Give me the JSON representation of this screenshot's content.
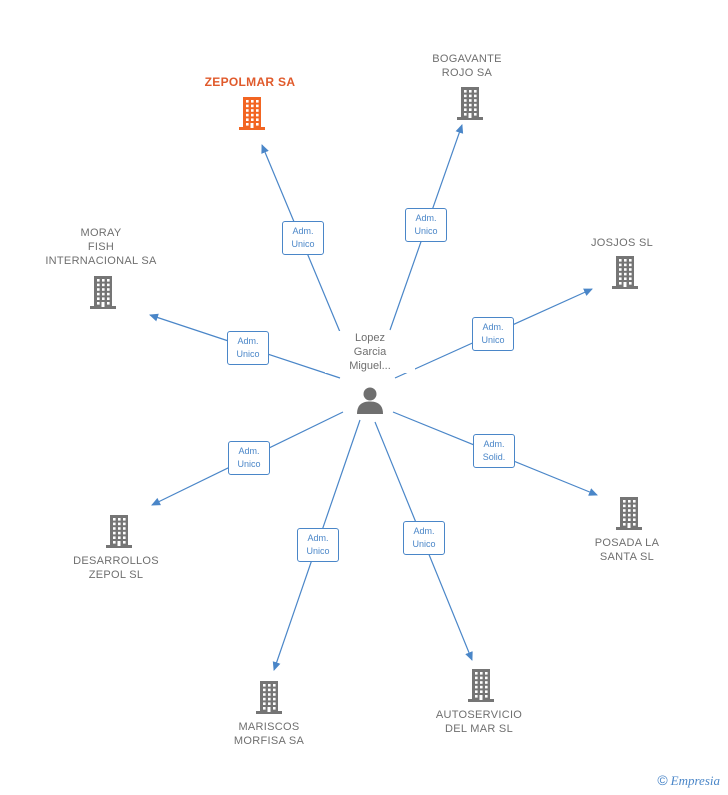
{
  "center": {
    "name": "Lopez\nGarcia\nMiguel...",
    "icon": "person-icon"
  },
  "colors": {
    "edge": "#4a86c8",
    "building": "#757575",
    "building_main": "#f26522"
  },
  "companies": [
    {
      "id": "zepolmar",
      "name": "ZEPOLMAR SA",
      "role": "Adm.\nUnico",
      "main": true
    },
    {
      "id": "bogavante",
      "name": "BOGAVANTE\nROJO SA",
      "role": "Adm.\nUnico",
      "main": false
    },
    {
      "id": "moray",
      "name": "MORAY\nFISH\nINTERNACIONAL SA",
      "role": "Adm.\nUnico",
      "main": false
    },
    {
      "id": "josjos",
      "name": "JOSJOS SL",
      "role": "Adm.\nUnico",
      "main": false
    },
    {
      "id": "desarrollos",
      "name": "DESARROLLOS\nZEPOL SL",
      "role": "Adm.\nUnico",
      "main": false
    },
    {
      "id": "posada",
      "name": "POSADA LA\nSANTA  SL",
      "role": "Adm.\nSolid.",
      "main": false
    },
    {
      "id": "mariscos",
      "name": "MARISCOS\nMORFISA SA",
      "role": "Adm.\nUnico",
      "main": false
    },
    {
      "id": "autoservicio",
      "name": "AUTOSERVICIO\nDEL MAR SL",
      "role": "Adm.\nUnico",
      "main": false
    }
  ],
  "footer": {
    "copyright": "©",
    "brand": "Empresia"
  }
}
